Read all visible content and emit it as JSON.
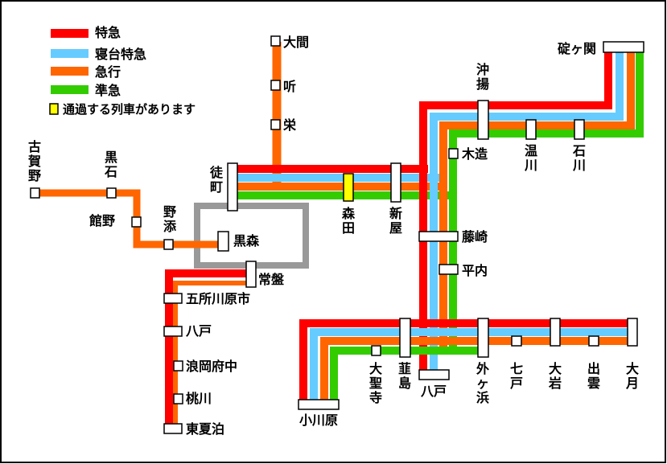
{
  "colors": {
    "limited_express": "#ff0000",
    "sleeper_limited_express": "#66ccff",
    "express": "#ff6600",
    "semi_express": "#33cc00",
    "pass_marker": "#ffff00",
    "loop_line": "#999999",
    "station_box": "#ffffff",
    "frame": "#000000"
  },
  "legend": {
    "items": [
      {
        "key": "limited_express",
        "label": "特急"
      },
      {
        "key": "sleeper_limited_express",
        "label": "寝台特急"
      },
      {
        "key": "express",
        "label": "急行"
      },
      {
        "key": "semi_express",
        "label": "準急"
      }
    ],
    "pass_note": "通過する列車があります"
  },
  "stations": {
    "kogano": "古賀野",
    "kuroishi": "黒石",
    "tateno": "館野",
    "nozoe": "野添",
    "tokumachi": "徒町",
    "kuromori": "黒森",
    "tokiwa": "常盤",
    "goshokawara": "五所川原市",
    "hachinohe_west": "八戸",
    "namioka": "浪岡府中",
    "momokawa": "桃川",
    "higashinatsudomari": "東夏泊",
    "oma": "大間",
    "kiki": "听",
    "sakae": "栄",
    "morita": "森田",
    "shinya": "新屋",
    "okiage": "沖揚",
    "kizukuri": "木造",
    "onsenkawa": "温川",
    "ishikawa": "石川",
    "ikarigaseki": "碇ヶ関",
    "fujisaki": "藤崎",
    "hirauchi": "平内",
    "ogawara": "小川原",
    "ohijiri": "大聖寺",
    "nirajima": "韮島",
    "hachinohe": "八戸",
    "sotogahama": "外ヶ浜",
    "shichinohe": "七戸",
    "oiwa": "大岩",
    "izumo": "出雲",
    "otsuki": "大月"
  }
}
